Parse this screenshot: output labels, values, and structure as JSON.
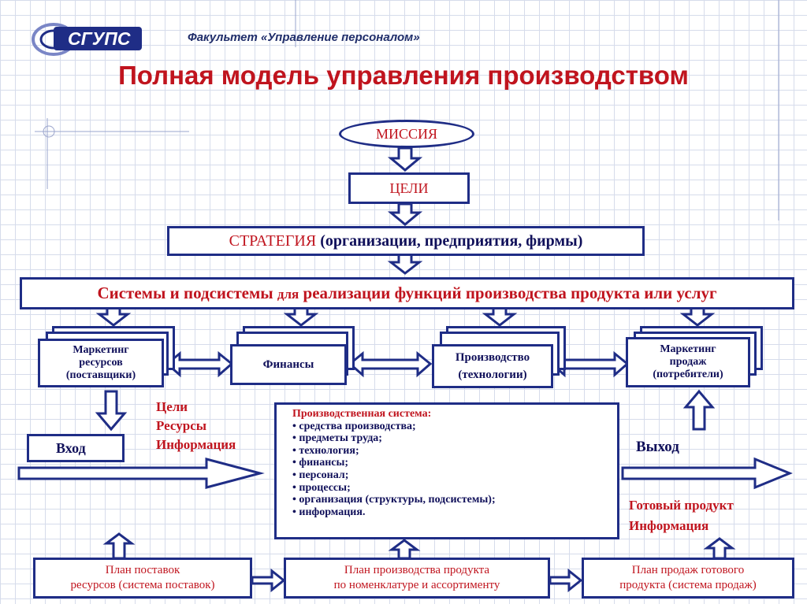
{
  "header": {
    "logo_text": "СГУПС",
    "faculty": "Факультет «Управление персоналом»",
    "title": "Полная модель управления производством"
  },
  "mission": "МИССИЯ",
  "goals": "ЦЕЛИ",
  "strategy": {
    "word": "СТРАТЕГИЯ",
    "rest": " (организации, предприятия, фирмы)"
  },
  "systems": {
    "part1": "Системы и подсистемы ",
    "part2": "для",
    "part3": " реализации функций производства продукта или услуг"
  },
  "units": {
    "marketing_resources": [
      "Маркетинг",
      "ресурсов",
      "(поставщики)"
    ],
    "finance": "Финансы",
    "production": [
      "Производство",
      "(технологии)"
    ],
    "marketing_sales": [
      "Маркетинг",
      "продаж",
      "(потребители)"
    ]
  },
  "inputs_label": [
    "Цели",
    "Ресурсы",
    "Информация"
  ],
  "entry": "Вход",
  "exit": "Выход",
  "output_label": [
    "Готовый продукт",
    "Информация"
  ],
  "production_system": {
    "title": "Производственная система:",
    "items": [
      "• средства производства;",
      "• предметы труда;",
      "• технология;",
      "• финансы;",
      "• персонал;",
      "• процессы;",
      "• организация (структуры, подсистемы);",
      "• информация."
    ]
  },
  "plans": {
    "supply": [
      "План поставок",
      "ресурсов (система поставок)"
    ],
    "production": [
      "План производства продукта",
      "по номенклатуре и ассортименту"
    ],
    "sales": [
      "План продаж готового",
      "продукта (система продаж)"
    ]
  },
  "colors": {
    "navy": "#1f2d86",
    "red": "#c0141e",
    "text": "#10105a",
    "grid": "#d6dceb"
  }
}
